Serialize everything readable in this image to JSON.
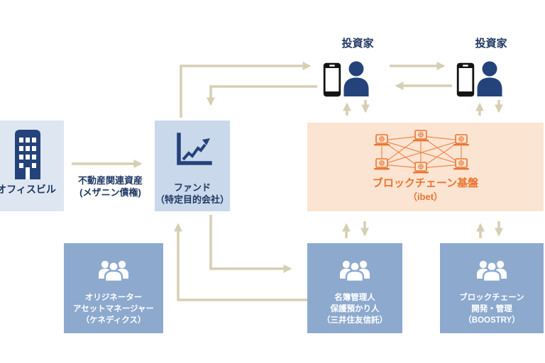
{
  "theme": {
    "navy": "#1f3864",
    "icon_navy": "#24437a",
    "arrow": "#d6cfb4",
    "box_light": "#dde6f1",
    "box_fund": "#c9d8ea",
    "box_mid": "#8da9ce",
    "orange_bg": "#fce4d2",
    "orange": "#e8742f",
    "phone_black": "#141414"
  },
  "icons": {
    "office": "building-icon",
    "fund": "chart-growth-icon",
    "investor_device": "smartphone-icon",
    "investor_person": "person-icon",
    "blockchain": "laptop-network-icon",
    "organization": "people-group-icon"
  },
  "nodes": {
    "office": {
      "label": "オフィスビル"
    },
    "transfer": {
      "line1": "不動産関連資産",
      "line2": "(メザニン債権)"
    },
    "fund": {
      "line1": "ファンド",
      "line2": "（特定目的会社）"
    },
    "investor1": {
      "label": "投資家"
    },
    "investor2": {
      "label": "投資家"
    },
    "blockchain": {
      "line1": "ブロックチェーン基盤",
      "line2": "（ibet）"
    },
    "originator": {
      "line1": "オリジネーター",
      "line2": "アセットマネージャー",
      "line3": "（ケネディクス）"
    },
    "registrar": {
      "line1": "名簿管理人",
      "line2": "保護預かり人",
      "line3": "（三井住友信託）"
    },
    "developer": {
      "line1": "ブロックチェーン",
      "line2": "開発・管理",
      "line3": "（BOOSTRY）"
    }
  }
}
